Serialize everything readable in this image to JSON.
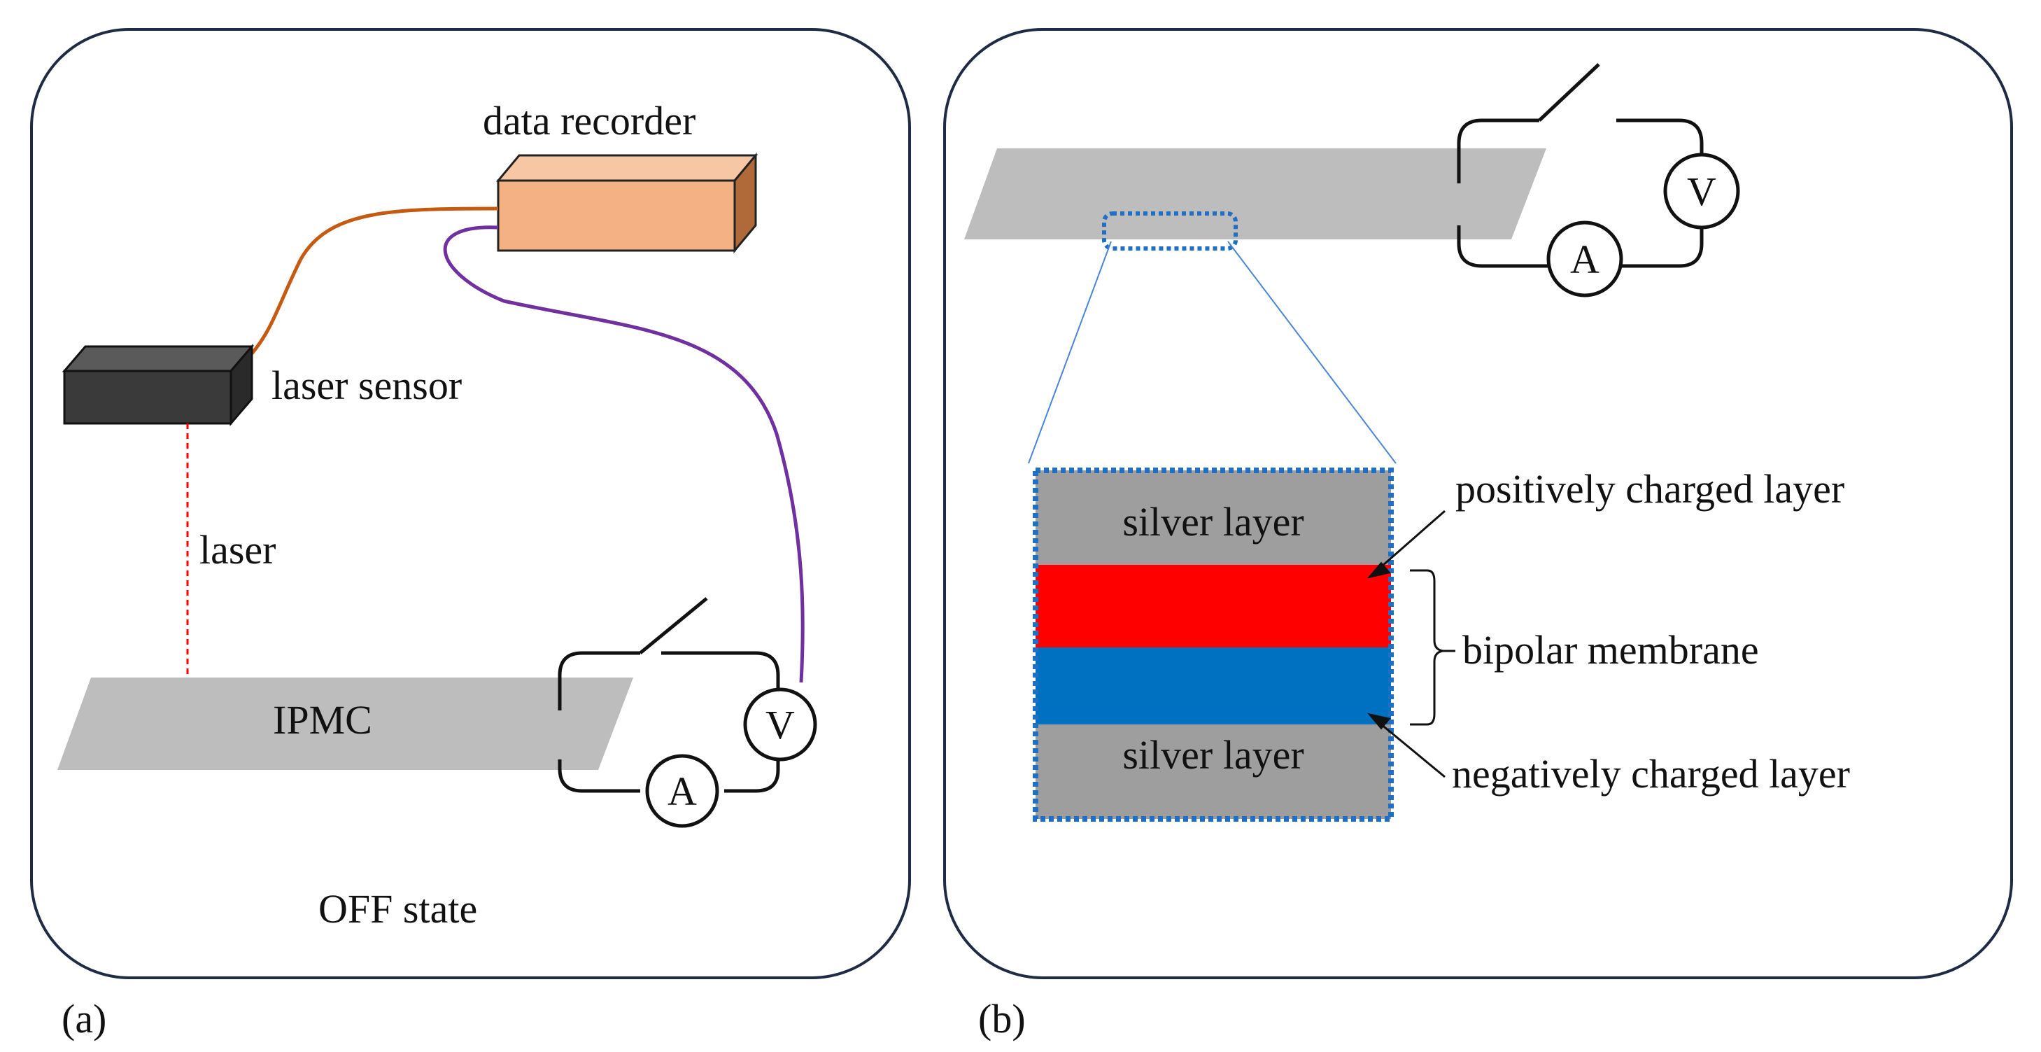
{
  "panel_a": {
    "tag": "(a)",
    "data_recorder": "data recorder",
    "laser_sensor": "laser sensor",
    "laser": "laser",
    "ipmc": "IPMC",
    "state": "OFF state",
    "voltmeter": "V",
    "ammeter": "A"
  },
  "panel_b": {
    "tag": "(b)",
    "voltmeter": "V",
    "ammeter": "A",
    "silver_top": "silver layer",
    "silver_bottom": "silver layer",
    "positive": "positively charged layer",
    "bipolar": "bipolar membrane",
    "negative": "negatively charged layer"
  },
  "colors": {
    "frame": "#1f2a44",
    "ipmc_gray": "#bdbdbd",
    "silver_gray": "#9e9e9e",
    "positive_red": "#ff0000",
    "negative_blue": "#0070c0",
    "dotted_blue": "#1f6fc5",
    "recorder_orange": "#f4b183",
    "sensor_dark": "#3a3a3a",
    "cable_orange": "#c55a11",
    "cable_purple": "#7030a0",
    "laser_red": "#ff0000"
  }
}
